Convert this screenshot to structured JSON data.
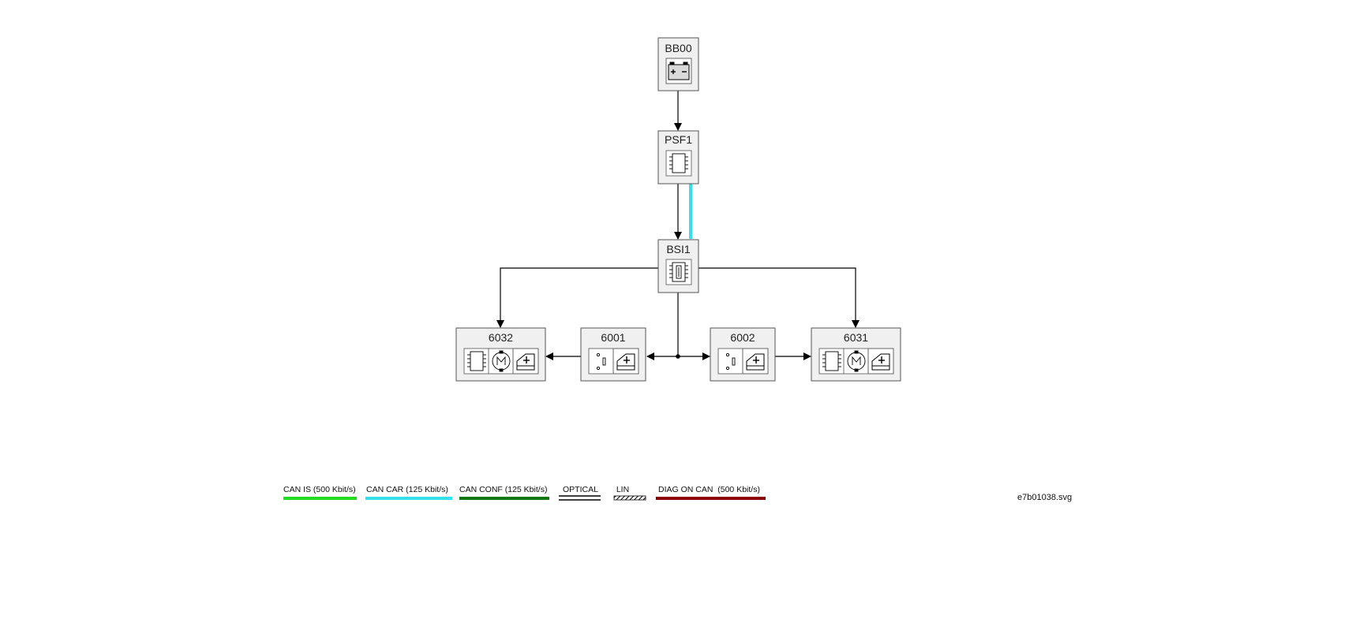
{
  "nodes": {
    "bb00": {
      "label": "BB00",
      "icons": [
        "battery-icon"
      ]
    },
    "psf1": {
      "label": "PSF1",
      "icons": [
        "ecu-chip-icon"
      ]
    },
    "bsi1": {
      "label": "BSI1",
      "icons": [
        "bsi-chip-icon"
      ]
    },
    "n6032": {
      "label": "6032",
      "icons": [
        "ecu-chip-icon",
        "motor-icon",
        "window-lift-icon"
      ]
    },
    "n6001": {
      "label": "6001",
      "icons": [
        "switch-icon",
        "window-lift-icon"
      ]
    },
    "n6002": {
      "label": "6002",
      "icons": [
        "switch-icon",
        "window-lift-icon"
      ]
    },
    "n6031": {
      "label": "6031",
      "icons": [
        "ecu-chip-icon",
        "motor-icon",
        "window-lift-icon"
      ]
    }
  },
  "connections": [
    {
      "from": "BB00",
      "to": "PSF1",
      "type": "wire"
    },
    {
      "from": "PSF1",
      "to": "BSI1",
      "type": "wire"
    },
    {
      "from": "PSF1",
      "to": "BSI1",
      "type": "CAN CAR"
    },
    {
      "from": "BSI1",
      "to": "6032",
      "type": "wire"
    },
    {
      "from": "BSI1",
      "to": "6031",
      "type": "wire"
    },
    {
      "from": "BSI1",
      "to": "6001",
      "type": "wire"
    },
    {
      "from": "BSI1",
      "to": "6002",
      "type": "wire"
    },
    {
      "from": "6001",
      "to": "6032",
      "type": "wire"
    },
    {
      "from": "6002",
      "to": "6031",
      "type": "wire"
    }
  ],
  "legend": [
    {
      "label": "CAN IS (500 Kbit/s)",
      "color": "#22dd22",
      "style": "solid"
    },
    {
      "label": "CAN CAR (125 Kbit/s)",
      "color": "#33e0ee",
      "style": "solid"
    },
    {
      "label": "CAN CONF (125 Kbit/s)",
      "color": "#117711",
      "style": "solid"
    },
    {
      "label": "OPTICAL",
      "color": "#000000",
      "style": "double"
    },
    {
      "label": "LIN",
      "color": "#000000",
      "style": "hatched"
    },
    {
      "label": "DIAG ON CAN  (500 Kbit/s)",
      "color": "#8b0000",
      "style": "solid"
    }
  ],
  "file_name": "e7b01038.svg",
  "colors": {
    "box_fill": "#f0f0f0",
    "box_stroke": "#555555",
    "wire": "#000000",
    "can_car": "#33e0ee"
  }
}
